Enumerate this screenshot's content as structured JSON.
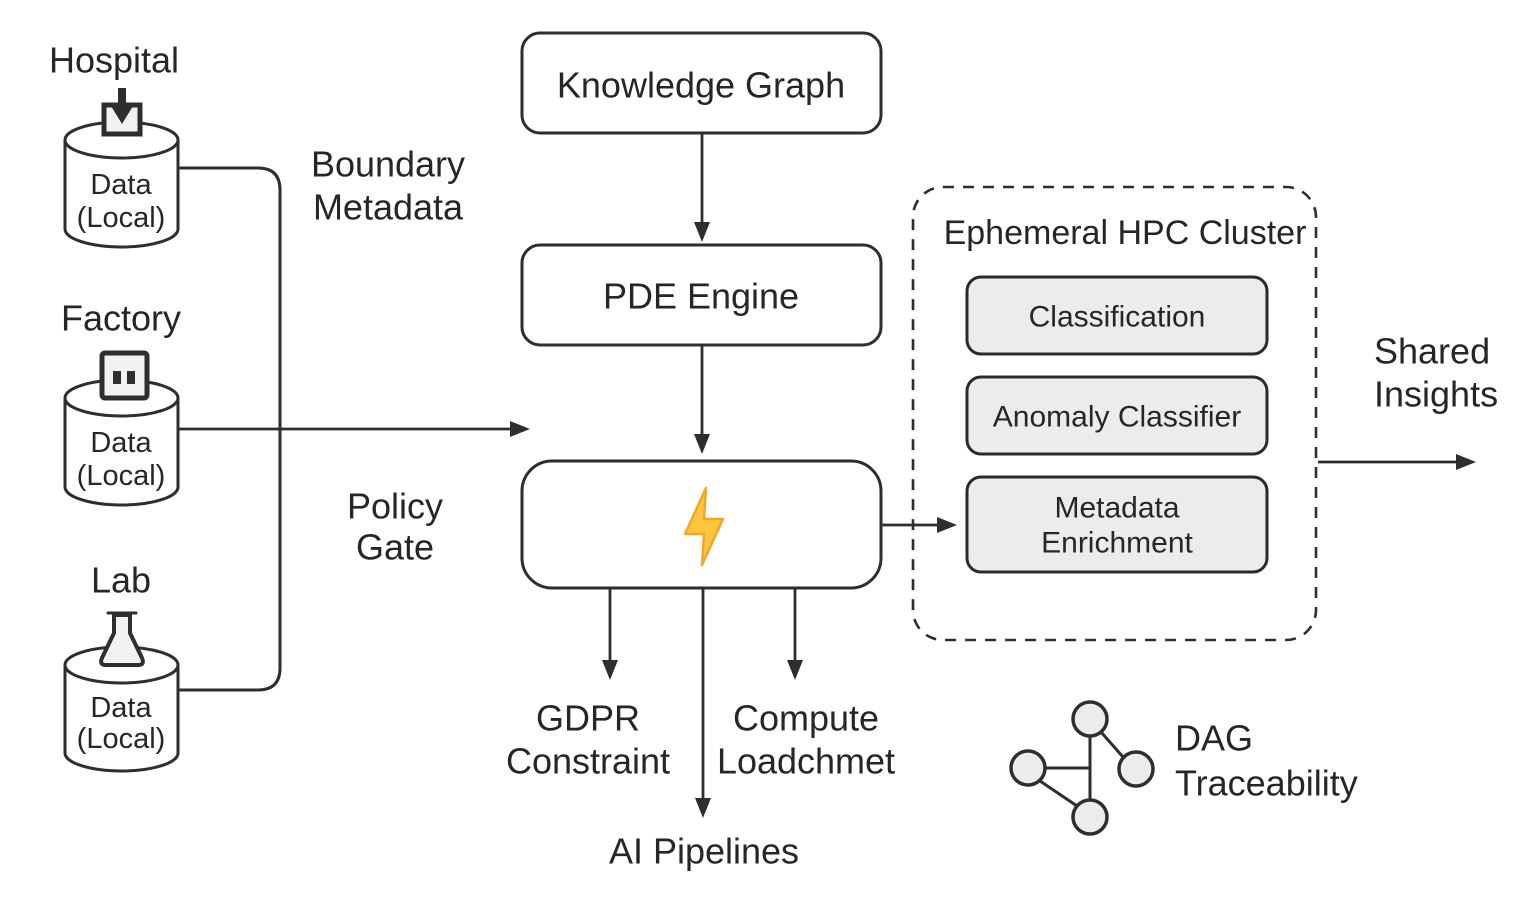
{
  "sources": [
    {
      "name": "Hospital",
      "data_line1": "Data",
      "data_line2": "(Local)",
      "icon": "arrow-into-box-icon"
    },
    {
      "name": "Factory",
      "data_line1": "Data",
      "data_line2": "(Local)",
      "icon": "machine-outlet-icon"
    },
    {
      "name": "Lab",
      "data_line1": "Data",
      "data_line2": "(Local)",
      "icon": "flask-icon"
    }
  ],
  "annotations": {
    "boundary_metadata": {
      "line1": "Boundary",
      "line2": "Metadata"
    },
    "policy_gate": {
      "line1": "Policy",
      "line2": "Gate"
    },
    "gdpr": {
      "line1": "GDPR",
      "line2": "Constraint"
    },
    "compute": {
      "line1": "Compute",
      "line2": "Loadchmet"
    },
    "ai_pipelines": "AI Pipelines",
    "shared_insights": {
      "line1": "Shared",
      "line2": "Insights"
    },
    "dag": {
      "line1": "DAG",
      "line2": "Traceability"
    }
  },
  "nodes": {
    "knowledge_graph": "Knowledge Graph",
    "pde_engine": "PDE Engine",
    "policy_gate_icon": "lightning-bolt-icon"
  },
  "cluster": {
    "title": "Ephemeral HPC Cluster",
    "classification": "Classification",
    "anomaly_classifier": "Anomaly Classifier",
    "metadata_enrichment": {
      "line1": "Metadata",
      "line2": "Enrichment"
    }
  },
  "colors": {
    "stroke": "#2e2e2e",
    "text": "#262626",
    "node_fill": "#ffffff",
    "cluster_box_fill": "#ececec",
    "bolt_fill": "#ffc53d",
    "bolt_stroke": "#f0a829",
    "background": "#ffffff"
  }
}
